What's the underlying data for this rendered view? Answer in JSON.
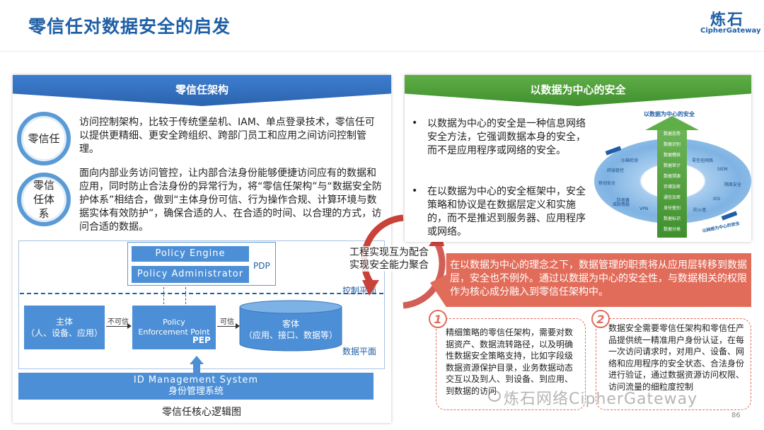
{
  "header": {
    "title": "零信任对数据安全的启发",
    "logo_cn": "炼石",
    "logo_en": "CipherGateway"
  },
  "left_panel": {
    "banner": "零信任架构",
    "items": [
      {
        "circle": "零信任",
        "text": "访问控制架构，比较于传统堡垒机、IAM、单点登录技术，零信任可以提供更精细、更安全跨组织、跨部门员工和应用之间访问控制管理。"
      },
      {
        "circle": "零信任体系",
        "text": "面向内部业务访问管控，让内部合法身份能够便捷访问应有的数据和应用，同时防止合法身份的异常行为，将“零信任架构”与“数据安全防护体系”相结合，做到“主体身份可信、行为操作合规、计算环境与数据实体有效防护”，确保合适的人、在合适的时间、以合理的方式，访问合适的数据。"
      }
    ],
    "diagram": {
      "policy_engine": "Policy Engine",
      "policy_admin": "Policy Administrator",
      "pdp": "PDP",
      "control_plane": "控制平面",
      "subject": "主体\n（人、设备、应用）",
      "untrusted": "不可信",
      "pep_title": "Policy\nEnforcement Point",
      "pep": "PEP",
      "trusted": "可信",
      "object": "客体\n（应用、接口、数据等）",
      "data_plane": "数据平面",
      "idm_en": "ID Management System",
      "idm_cn": "身份管理系统",
      "caption": "零信任核心逻辑图"
    }
  },
  "connector": {
    "text": "工程实现互为配合\n实现安全能力聚合"
  },
  "right_panel": {
    "banner": "以数据为中心的安全",
    "bullets": [
      "以数据为中心的安全是一种信息网络安全方法，它强调数据本身的安全，而不是应用程序或网络的安全。",
      "在以数据为中心的安全框架中，安全策略和协议是在数据层定义和实施的，而不是推迟到服务器、应用程序或网络。"
    ],
    "graphic": {
      "title": "以数据为中心的安全",
      "pillar": [
        "数据态势",
        "数据识别",
        "数据稽核",
        "数据审计",
        "数据溯源",
        "存储加密",
        "通信加密",
        "身份鉴别",
        "数据标识",
        "数据分类"
      ],
      "ring": [
        "沙箱检测",
        "终端管控",
        "威胁情报",
        "移动安全",
        "防病毒",
        "VPN",
        "零信任网络",
        "SIEM",
        "隔离安全",
        "IDS",
        "防火墙"
      ],
      "caption": "以网络为中心的安全"
    }
  },
  "callout": {
    "text": "在以数据为中心的理念之下，数据管理的职责将从应用层转移到数据层，安全也不例外。通过以数据为中心的安全性，与数据相关的权限作为核心成分融入到零信任架构中。"
  },
  "points": [
    {
      "num": "1",
      "text": "精细策略的零信任架构，需要对数据资产、数据流转路径，以及明确性数据安全策略支持，比如字段级数据资源保护目录，业务数据动态交互以及到人、到设备、到应用、到数据的访问"
    },
    {
      "num": "2",
      "text": "数据安全需要零信任架构和零信任产品提供统一精准用户身份认证，在每一次访问请求时，对用户、设备、网络和应用程序的安全状态、合法身份进行验证，通过数据资源访问权限、访问流量的细粒度控制"
    }
  ],
  "watermark": "炼石网络CipherGateway",
  "page_number": "86",
  "colors": {
    "primary_blue": "#1f5fa5",
    "box_blue": "#4d8fd6",
    "green": "#4f9e3a",
    "red": "#e26c5a"
  }
}
